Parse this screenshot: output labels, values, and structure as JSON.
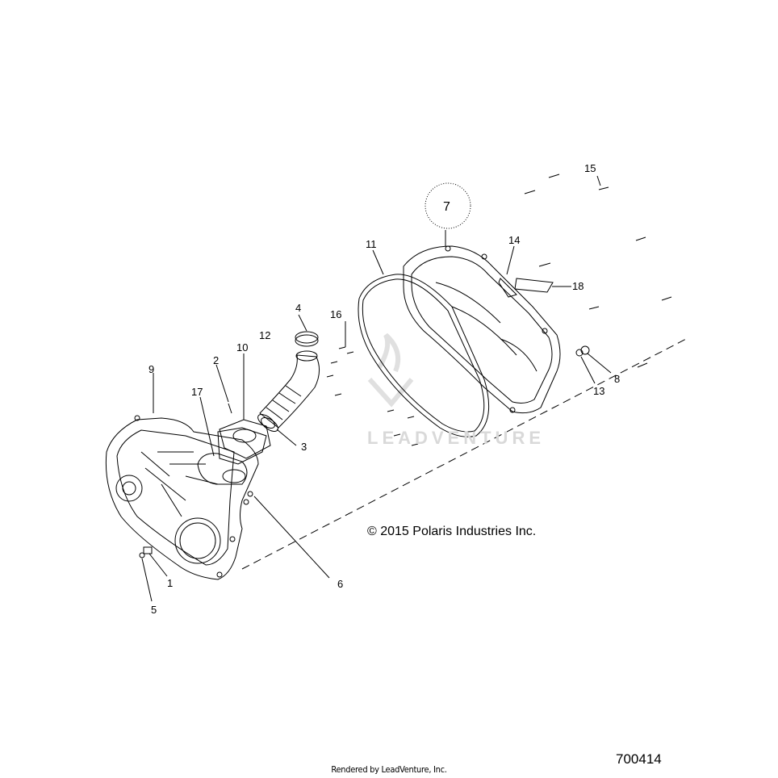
{
  "diagram": {
    "callouts": [
      {
        "id": "1",
        "text": "1"
      },
      {
        "id": "2",
        "text": "2"
      },
      {
        "id": "3",
        "text": "3"
      },
      {
        "id": "4",
        "text": "4"
      },
      {
        "id": "5",
        "text": "5"
      },
      {
        "id": "6",
        "text": "6"
      },
      {
        "id": "7",
        "text": "7"
      },
      {
        "id": "8",
        "text": "8"
      },
      {
        "id": "9",
        "text": "9"
      },
      {
        "id": "10",
        "text": "10"
      },
      {
        "id": "11",
        "text": "11"
      },
      {
        "id": "12",
        "text": "12"
      },
      {
        "id": "13",
        "text": "13"
      },
      {
        "id": "14",
        "text": "14"
      },
      {
        "id": "15",
        "text": "15"
      },
      {
        "id": "16",
        "text": "16"
      },
      {
        "id": "17",
        "text": "17"
      },
      {
        "id": "18",
        "text": "18"
      }
    ],
    "copyright": "© 2015 Polaris Industries Inc.",
    "diagram_number": "700414",
    "footer": "Rendered by LeadVenture, Inc.",
    "watermark": "LEADVENTURE"
  },
  "colors": {
    "line": "#000000",
    "watermark": "#d9d9d9",
    "background": "#ffffff"
  }
}
